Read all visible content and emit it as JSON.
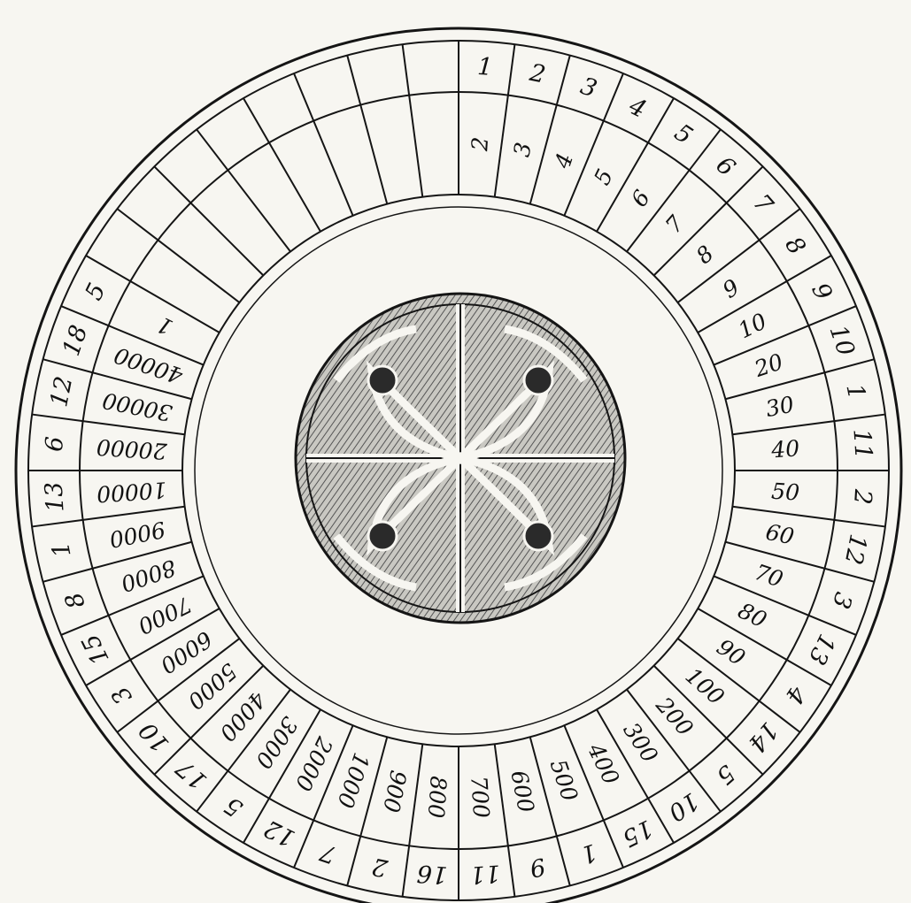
{
  "diagram": {
    "type": "numeral cipher wheel",
    "sectors": 48,
    "outer_ring": [
      "1",
      "2",
      "3",
      "4",
      "5",
      "6",
      "7",
      "8",
      "9",
      "10",
      "1",
      "11",
      "2",
      "12",
      "3",
      "13",
      "4",
      "14",
      "5",
      "10",
      "15",
      "1",
      "9",
      "11",
      "16",
      "2",
      "7",
      "12",
      "5",
      "17",
      "10",
      "3",
      "15",
      "8",
      "1",
      "13",
      "6",
      "12",
      "18",
      "5",
      "",
      "",
      "",
      "",
      "",
      "",
      "",
      ""
    ],
    "inner_ring": [
      "2",
      "3",
      "4",
      "5",
      "6",
      "7",
      "8",
      "9",
      "10",
      "20",
      "30",
      "40",
      "50",
      "60",
      "70",
      "80",
      "90",
      "100",
      "200",
      "300",
      "400",
      "500",
      "600",
      "700",
      "800",
      "900",
      "1000",
      "2000",
      "3000",
      "4000",
      "5000",
      "6000",
      "7000",
      "8000",
      "9000",
      "10000",
      "20000",
      "30000",
      "40000",
      "1",
      "",
      "",
      "",
      "",
      "",
      "",
      "",
      ""
    ]
  },
  "center": {
    "ornament": "quatrefoil-woodcut-medallion"
  }
}
